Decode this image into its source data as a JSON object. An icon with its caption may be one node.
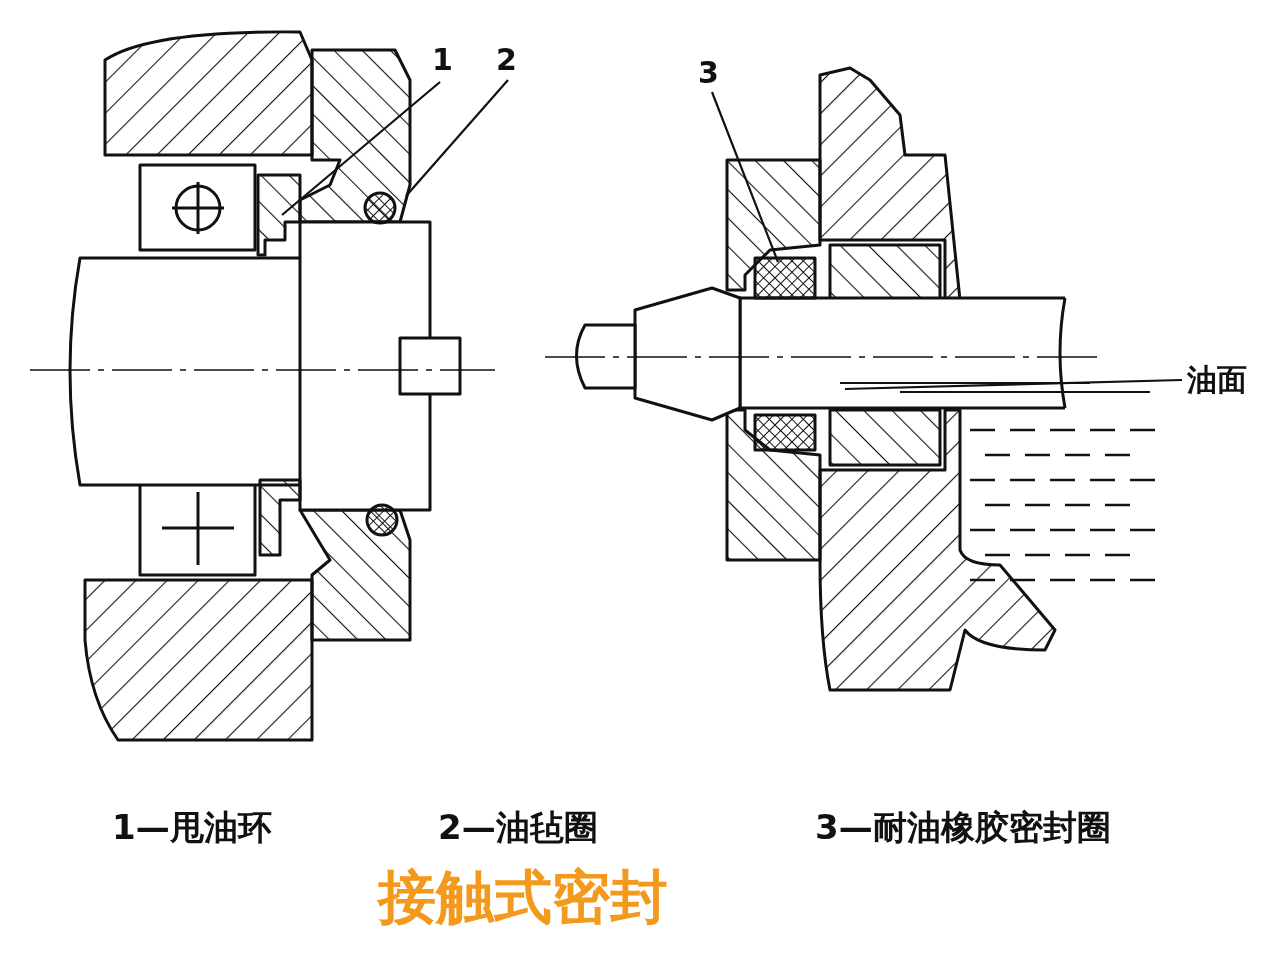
{
  "diagram": {
    "caption": "接触式密封",
    "nodes": [
      {
        "text": [
          "1"
        ]
      },
      {
        "text": [],
        "shape": "ring"
      },
      {
        "text": [
          "2"
        ]
      },
      {
        "text": [],
        "shape": "circle"
      },
      {
        "text": [
          "3"
        ]
      },
      {
        "text": [],
        "shape": "ring"
      },
      {
        "text": [
          "油面"
        ]
      }
    ],
    "edges": [
      {
        "from": 0,
        "to": 1,
        "arrow": "none"
      },
      {
        "from": 2,
        "to": 3,
        "arrow": "none"
      },
      {
        "from": 4,
        "to": 5,
        "arrow": "none"
      },
      {
        "from": 6,
        "to": null,
        "arrow": "none"
      }
    ],
    "labels": [
      "1—甩油环",
      "2—油毡圈",
      "3—耐油橡胶密封圈"
    ]
  }
}
